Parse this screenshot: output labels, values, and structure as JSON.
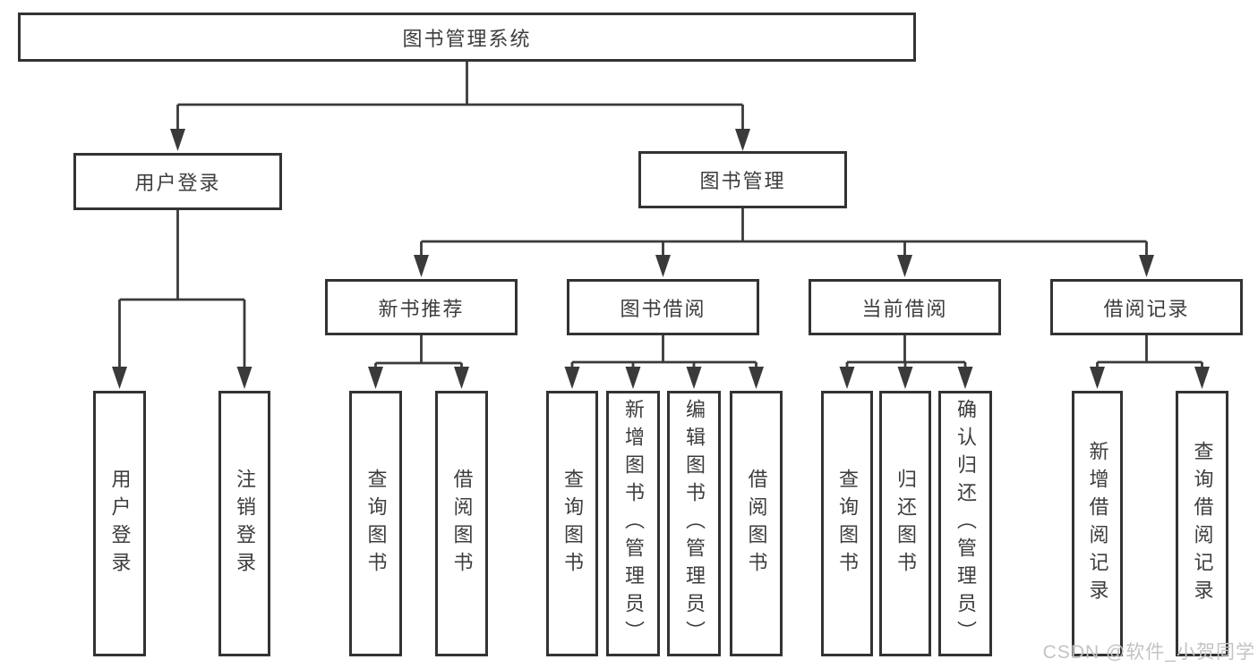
{
  "root": {
    "label": "图书管理系统"
  },
  "branches": {
    "user_login": {
      "label": "用户登录",
      "children": [
        "用户登录",
        "注销登录"
      ]
    },
    "book_management": {
      "label": "图书管理",
      "children": {
        "new_book": {
          "label": "新书推荐",
          "children": [
            "查询图书",
            "借阅图书"
          ]
        },
        "borrow": {
          "label": "图书借阅",
          "children": [
            "查询图书",
            "新增图书（管理员）",
            "编辑图书（管理员）",
            "借阅图书"
          ]
        },
        "current": {
          "label": "当前借阅",
          "children": [
            "查询图书",
            "归还图书",
            "确认归还（管理员）"
          ]
        },
        "records": {
          "label": "借阅记录",
          "children": [
            "新增借阅记录",
            "查询借阅记录"
          ]
        }
      }
    }
  },
  "watermark": "CSDN @软件_小贺同学",
  "colors": {
    "line": "#3a3a3a",
    "border": "#333333",
    "text": "#3d3d3d",
    "watermark": "#c3c3c3",
    "background": "#ffffff"
  }
}
